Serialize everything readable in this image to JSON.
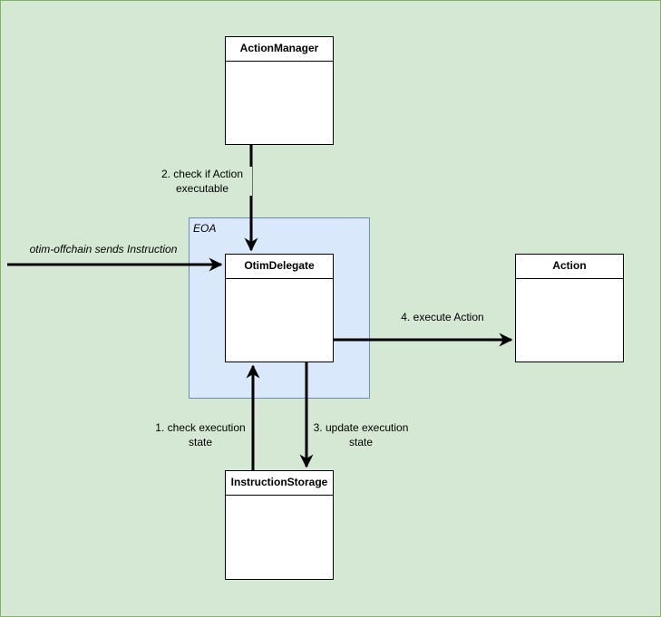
{
  "container": {
    "label": "EOA"
  },
  "nodes": {
    "action_manager": "ActionManager",
    "otim_delegate": "OtimDelegate",
    "action": "Action",
    "instruction_storage": "InstructionStorage"
  },
  "edges": {
    "offchain": "otim-offchain sends Instruction",
    "check_action": "2. check if Action executable",
    "execute_action": "4. execute Action",
    "check_state": "1. check execution state",
    "update_state": "3. update execution state"
  }
}
